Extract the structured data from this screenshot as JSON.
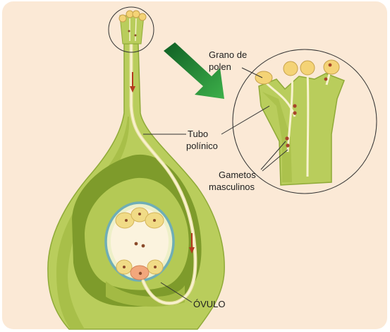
{
  "labels": {
    "pollen_grain_line1": "Grano de",
    "pollen_grain_line2": "polen",
    "pollen_tube_line1": "Tubo",
    "pollen_tube_line2": "polínico",
    "male_gametes_line1": "Gametos",
    "male_gametes_line2": "masculinos",
    "ovule": "ÓVULO"
  },
  "colors": {
    "background": "#fbe9d6",
    "tissue_light": "#c3d46a",
    "tissue_mid": "#9fb63d",
    "tissue_dark": "#7f9d2c",
    "pollen": "#f4d376",
    "tube": "#f5efc4",
    "arrow_red": "#b53a1f",
    "pointer_arrow": "#1f8a35"
  }
}
